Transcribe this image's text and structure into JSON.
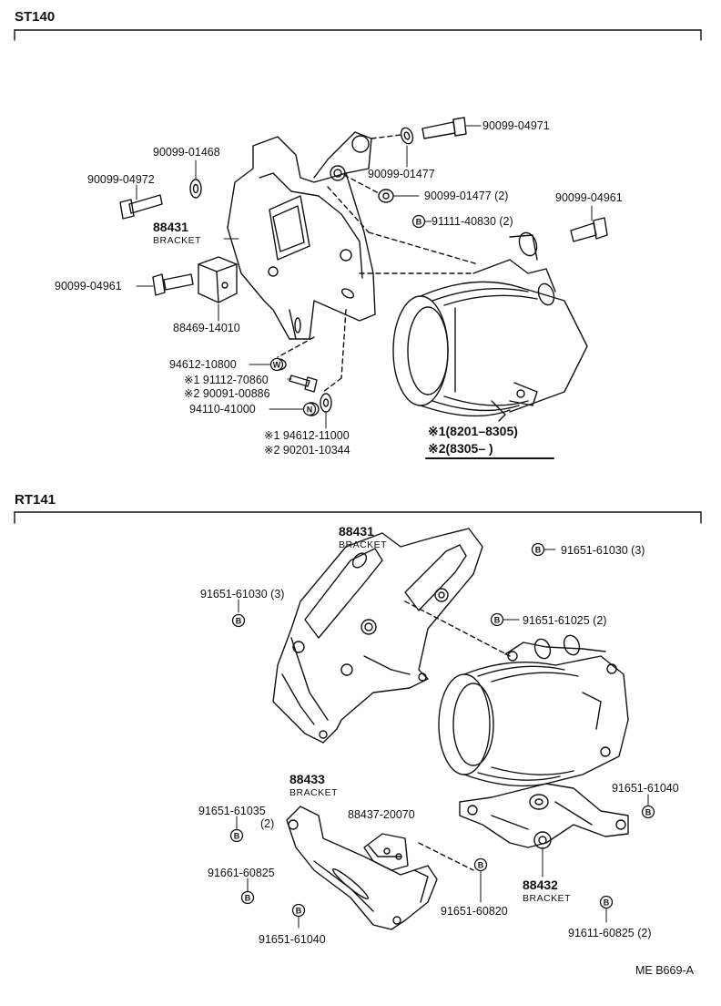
{
  "sections": {
    "top": {
      "title": "ST140",
      "labels": {
        "p90099_04971": "90099-04971",
        "p90099_01468": "90099-01468",
        "p90099_01477a": "90099-01477",
        "p90099_04972": "90099-04972",
        "p90099_01477b": "90099-01477 (2)",
        "p91111_40830": "91111-40830 (2)",
        "p90099_04961a": "90099-04961",
        "p88431": "88431",
        "p88431_sub": "BRACKET",
        "p90099_04961b": "90099-04961",
        "p88469_14010": "88469-14010",
        "p94612_10800": "94612-10800",
        "p91112_70860": "※1 91112-70860",
        "p90091_00886": "※2 90091-00886",
        "p94110_41000": "94110-41000",
        "p94612_11000": "※1 94612-11000",
        "p90201_10344": "※2 90201-10344",
        "note1": "※1(8201–8305)",
        "note2": "※2(8305–       )",
        "sym_b": "B",
        "sym_w": "W",
        "sym_n": "N"
      }
    },
    "bottom": {
      "title": "RT141",
      "labels": {
        "p88431": "88431",
        "p88431_sub": "BRACKET",
        "p91651_61030a": "91651-61030 (3)",
        "p91651_61030b": "91651-61030 (3)",
        "p91651_61025": "91651-61025 (2)",
        "p88433": "88433",
        "p88433_sub": "BRACKET",
        "p88437_20070": "88437-20070",
        "p91651_61040a": "91651-61040",
        "p91651_61035": "91651-61035",
        "p91651_61035_qty": "(2)",
        "p91661_60825": "91661-60825",
        "p91651_60820": "91651-60820",
        "p88432": "88432",
        "p88432_sub": "BRACKET",
        "p91651_61040b": "91651-61040",
        "p91611_60825": "91611-60825 (2)",
        "sym_b": "B"
      }
    }
  },
  "footer": {
    "code": "ME B669-A"
  }
}
